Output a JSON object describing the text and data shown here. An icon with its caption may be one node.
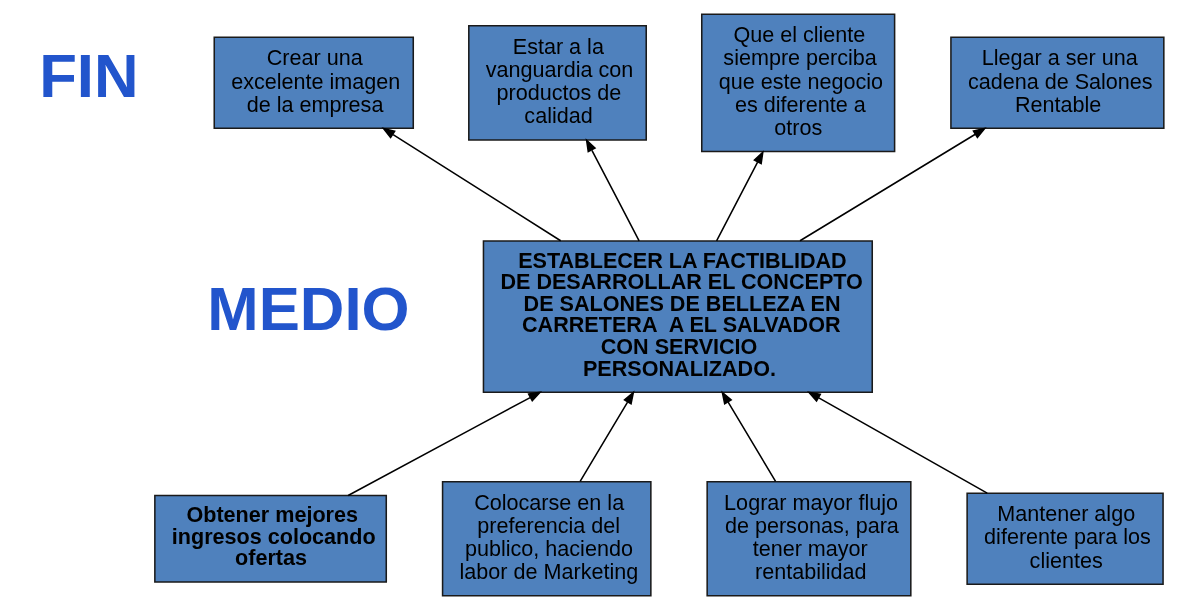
{
  "diagram": {
    "nodes": [
      {
        "text": [
          "ESTABLECER LA FACTIBLIDAD DE DESARROLLAR EL CONCEPTO DE SALONES DE BELLEZA EN CARRETERA  A EL SALVADOR CON SERVICIO PERSONALIZADO."
        ]
      },
      {
        "text": [
          "Crear una excelente imagen de la empresa"
        ]
      },
      {
        "text": [
          "Estar a la vanguardia con productos de calidad"
        ]
      },
      {
        "text": [
          "Que el cliente siempre perciba que este negocio es diferente a otros"
        ]
      },
      {
        "text": [
          "Llegar a ser una cadena de Salones Rentable"
        ]
      },
      {
        "text": [
          "Obtener mejores ingresos colocando ofertas"
        ]
      },
      {
        "text": [
          "Colocarse en la preferencia del publico, haciendo labor de Marketing"
        ]
      },
      {
        "text": [
          "Lograr mayor flujo de personas, para tener mayor rentabilidad"
        ]
      },
      {
        "text": [
          "Mantener algo diferente para los clientes"
        ]
      }
    ],
    "edges": [
      {
        "from": 0,
        "to": 1,
        "arrow": "to"
      },
      {
        "from": 0,
        "to": 2,
        "arrow": "to"
      },
      {
        "from": 0,
        "to": 3,
        "arrow": "to"
      },
      {
        "from": 0,
        "to": 4,
        "arrow": "to"
      },
      {
        "from": 5,
        "to": 0,
        "arrow": "to"
      },
      {
        "from": 6,
        "to": 0,
        "arrow": "to"
      },
      {
        "from": 7,
        "to": 0,
        "arrow": "to"
      },
      {
        "from": 8,
        "to": 0,
        "arrow": "to"
      }
    ],
    "labels": [
      "FIN",
      "MEDIO"
    ]
  }
}
